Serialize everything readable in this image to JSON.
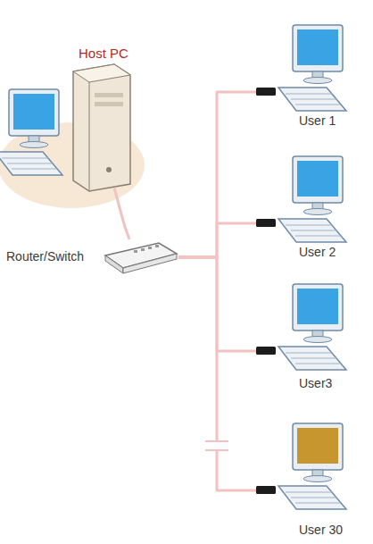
{
  "diagram": {
    "nodes": [
      {
        "text": [
          "Host PC"
        ]
      },
      {
        "text": [
          "Router/Switch"
        ]
      },
      {
        "text": [
          "User 1"
        ]
      },
      {
        "text": [
          "User 2"
        ]
      },
      {
        "text": [
          "User3"
        ]
      },
      {
        "text": [
          "User 30"
        ]
      }
    ],
    "edges": [
      {
        "from": 0,
        "to": 1,
        "arrow": "none"
      },
      {
        "from": 1,
        "to": 2,
        "arrow": "none"
      },
      {
        "from": 1,
        "to": 3,
        "arrow": "none"
      },
      {
        "from": 1,
        "to": 4,
        "arrow": "none"
      },
      {
        "from": 1,
        "to": 5,
        "arrow": "none"
      }
    ]
  }
}
